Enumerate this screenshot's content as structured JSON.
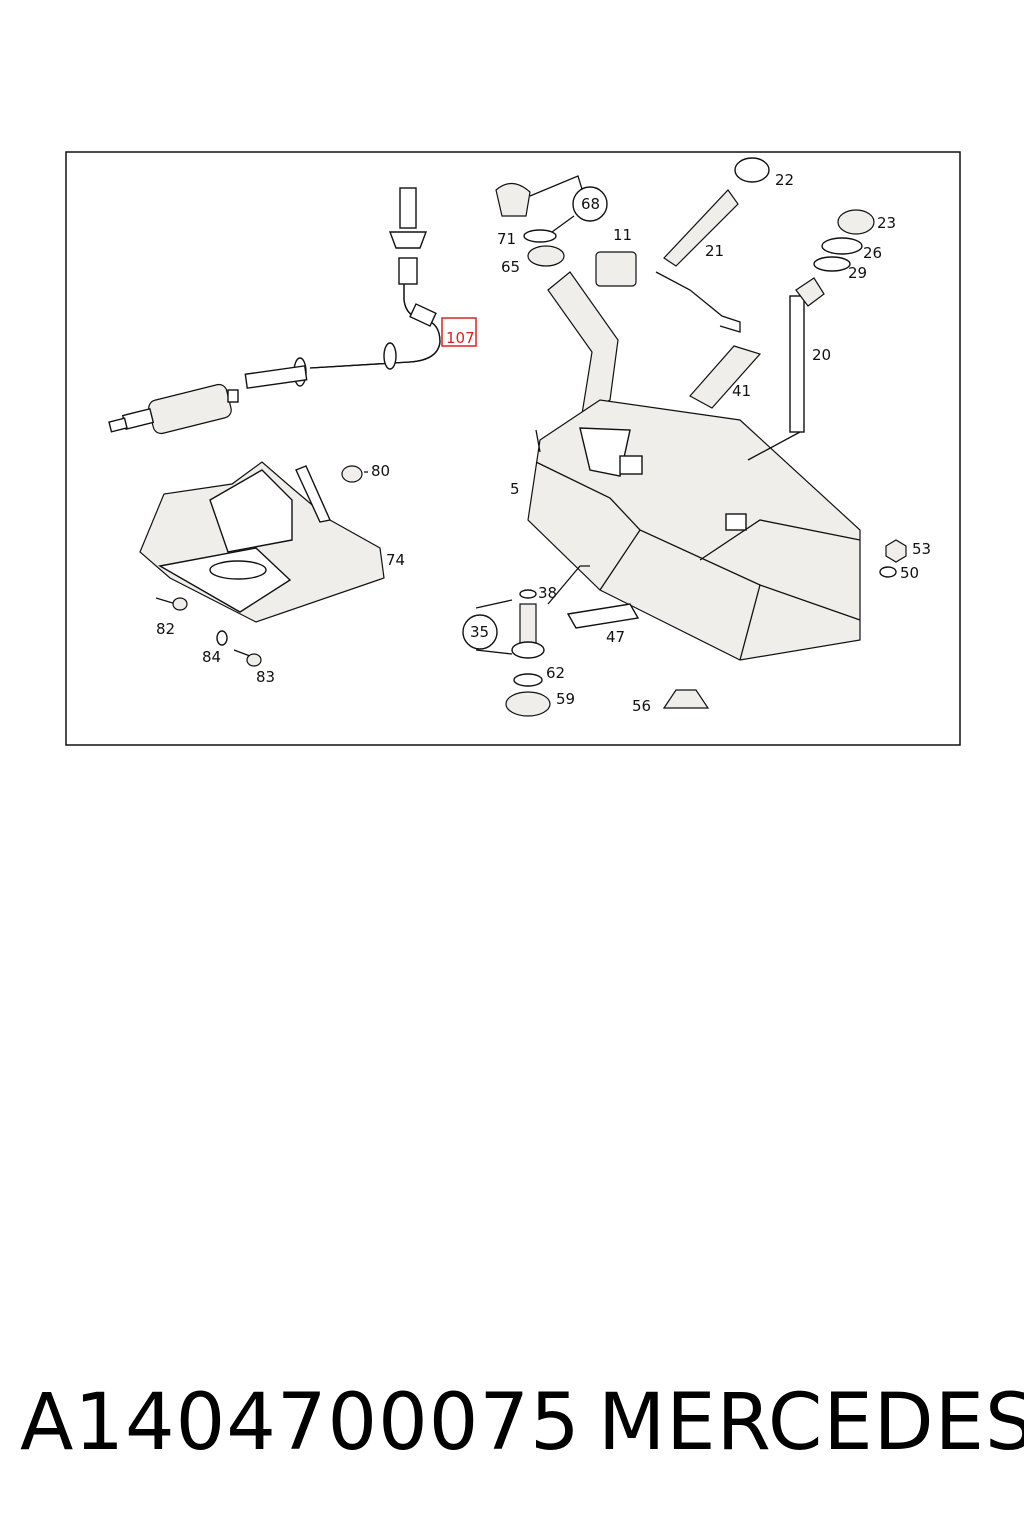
{
  "diagram": {
    "callouts": [
      {
        "id": "c107",
        "text": "107",
        "highlighted": true
      },
      {
        "id": "c68",
        "text": "68",
        "circled": true
      },
      {
        "id": "c71",
        "text": "71"
      },
      {
        "id": "c65",
        "text": "65"
      },
      {
        "id": "c11",
        "text": "11"
      },
      {
        "id": "c22",
        "text": "22"
      },
      {
        "id": "c21",
        "text": "21"
      },
      {
        "id": "c23",
        "text": "23"
      },
      {
        "id": "c26",
        "text": "26"
      },
      {
        "id": "c29",
        "text": "29"
      },
      {
        "id": "c20",
        "text": "20"
      },
      {
        "id": "c41",
        "text": "41"
      },
      {
        "id": "c80",
        "text": "80"
      },
      {
        "id": "c5",
        "text": "5"
      },
      {
        "id": "c74",
        "text": "74"
      },
      {
        "id": "c53",
        "text": "53"
      },
      {
        "id": "c50",
        "text": "50"
      },
      {
        "id": "c38",
        "text": "38"
      },
      {
        "id": "c35",
        "text": "35",
        "circled": true
      },
      {
        "id": "c47",
        "text": "47"
      },
      {
        "id": "c82",
        "text": "82"
      },
      {
        "id": "c84",
        "text": "84"
      },
      {
        "id": "c83",
        "text": "83"
      },
      {
        "id": "c62",
        "text": "62"
      },
      {
        "id": "c59",
        "text": "59"
      },
      {
        "id": "c56",
        "text": "56"
      }
    ],
    "highlight_color": "#e0201e"
  },
  "caption": {
    "part_number": "A1404700075",
    "brand": "MERCEDES"
  }
}
